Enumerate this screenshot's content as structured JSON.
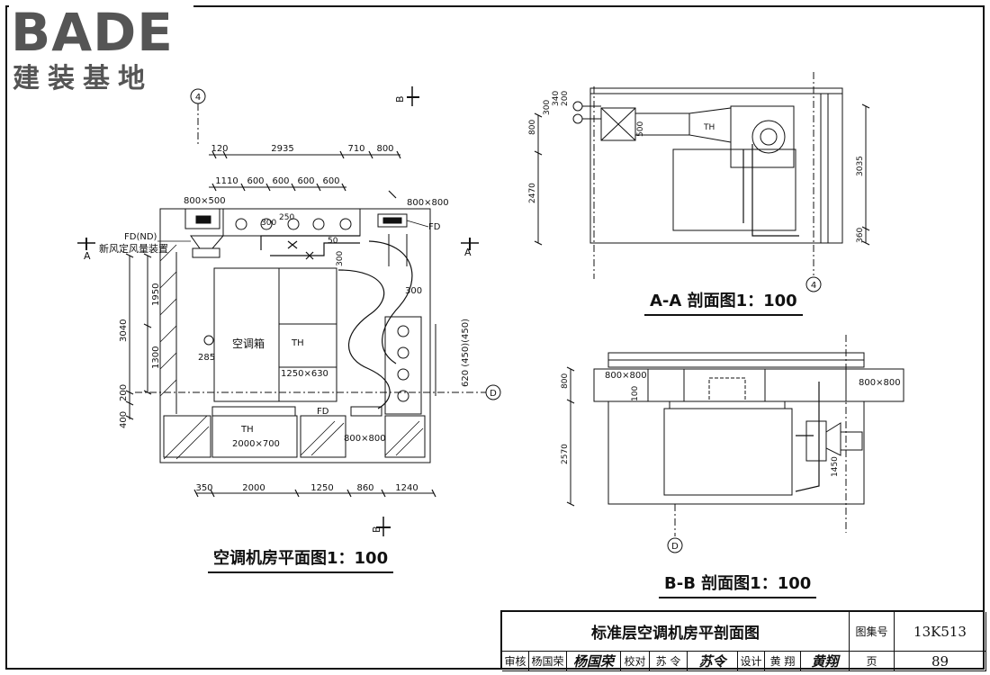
{
  "logo": {
    "mark": "BADE",
    "sub": "建装基地"
  },
  "plan": {
    "caption": "空调机房平面图1：100",
    "top_dims": [
      "120",
      "2935",
      "710",
      "800"
    ],
    "top_dims2": [
      "1110",
      "600",
      "600",
      "600",
      "600"
    ],
    "bottom_dims": [
      "350",
      "2000",
      "1250",
      "860",
      "1240"
    ],
    "left_dims": [
      "1950",
      "3040",
      "1300",
      "200",
      "400"
    ],
    "right_dims": [
      "620 (450)(450)"
    ],
    "inner_dims": [
      "300",
      "250",
      "285",
      "300",
      "300",
      "50"
    ],
    "labels": {
      "duct_top_left": "800×500",
      "duct_top_right": "800×800",
      "fd_nd": "FD(ND)",
      "fresh_air_device": "新风定风量装置",
      "fd_right": "FD",
      "ahu": "空调箱",
      "th": "TH",
      "duct_1250": "1250×630",
      "fd_bottom": "FD",
      "th_bottom": "TH",
      "duct_2000": "2000×700",
      "duct_800_bottom": "800×800"
    },
    "section_a": "A",
    "section_b": "B",
    "axis_4": "4",
    "axis_d": "D"
  },
  "section_aa": {
    "caption": "A-A 剖面图1：100",
    "dims": [
      "800",
      "2470",
      "300",
      "340",
      "200",
      "500",
      "3035",
      "360"
    ],
    "labels": {
      "th": "TH"
    },
    "axis_4": "4"
  },
  "section_bb": {
    "caption": "B-B 剖面图1：100",
    "dims": [
      "800",
      "100",
      "2570",
      "1450"
    ],
    "labels": {
      "duct_left": "800×800",
      "duct_right": "800×800"
    },
    "axis_d": "D"
  },
  "title_block": {
    "title": "标准层空调机房平剖面图",
    "atlas_label": "图集号",
    "atlas_no": "13K513",
    "page_label": "页",
    "page_no": "89",
    "review_label": "审核",
    "reviewer": "杨国荣",
    "reviewer_sig": "杨国荣",
    "check_label": "校对",
    "checker": "苏 令",
    "checker_sig": "苏令",
    "design_label": "设计",
    "designer": "黄 翔",
    "designer_sig": "黄翔"
  }
}
